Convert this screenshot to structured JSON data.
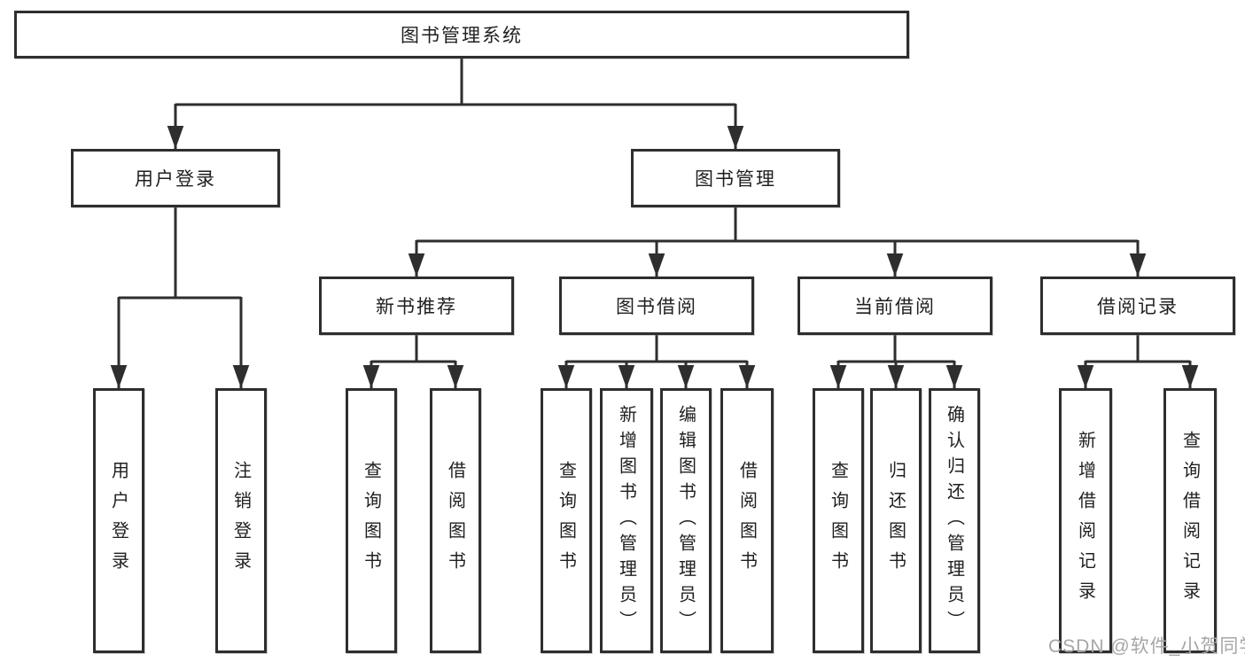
{
  "tree": {
    "root": {
      "label": "图书管理系统"
    },
    "branches": [
      {
        "label": "用户登录",
        "children": [
          {
            "label": "用户登录"
          },
          {
            "label": "注销登录"
          }
        ]
      },
      {
        "label": "图书管理",
        "children": [
          {
            "label": "新书推荐",
            "children": [
              {
                "label": "查询图书"
              },
              {
                "label": "借阅图书"
              }
            ]
          },
          {
            "label": "图书借阅",
            "children": [
              {
                "label": "查询图书"
              },
              {
                "label": "新增图书（管理员）"
              },
              {
                "label": "编辑图书（管理员）"
              },
              {
                "label": "借阅图书"
              }
            ]
          },
          {
            "label": "当前借阅",
            "children": [
              {
                "label": "查询图书"
              },
              {
                "label": "归还图书"
              },
              {
                "label": "确认归还（管理员）"
              }
            ]
          },
          {
            "label": "借阅记录",
            "children": [
              {
                "label": "新增借阅记录"
              },
              {
                "label": "查询借阅记录"
              }
            ]
          }
        ]
      }
    ]
  },
  "watermark": "CSDN @软件_小贺同学",
  "colors": {
    "line": "#2e2e2e",
    "box_border": "#2e2e2e",
    "text": "#1f1f1f",
    "watermark": "#a6a6a6",
    "background": "#ffffff"
  }
}
